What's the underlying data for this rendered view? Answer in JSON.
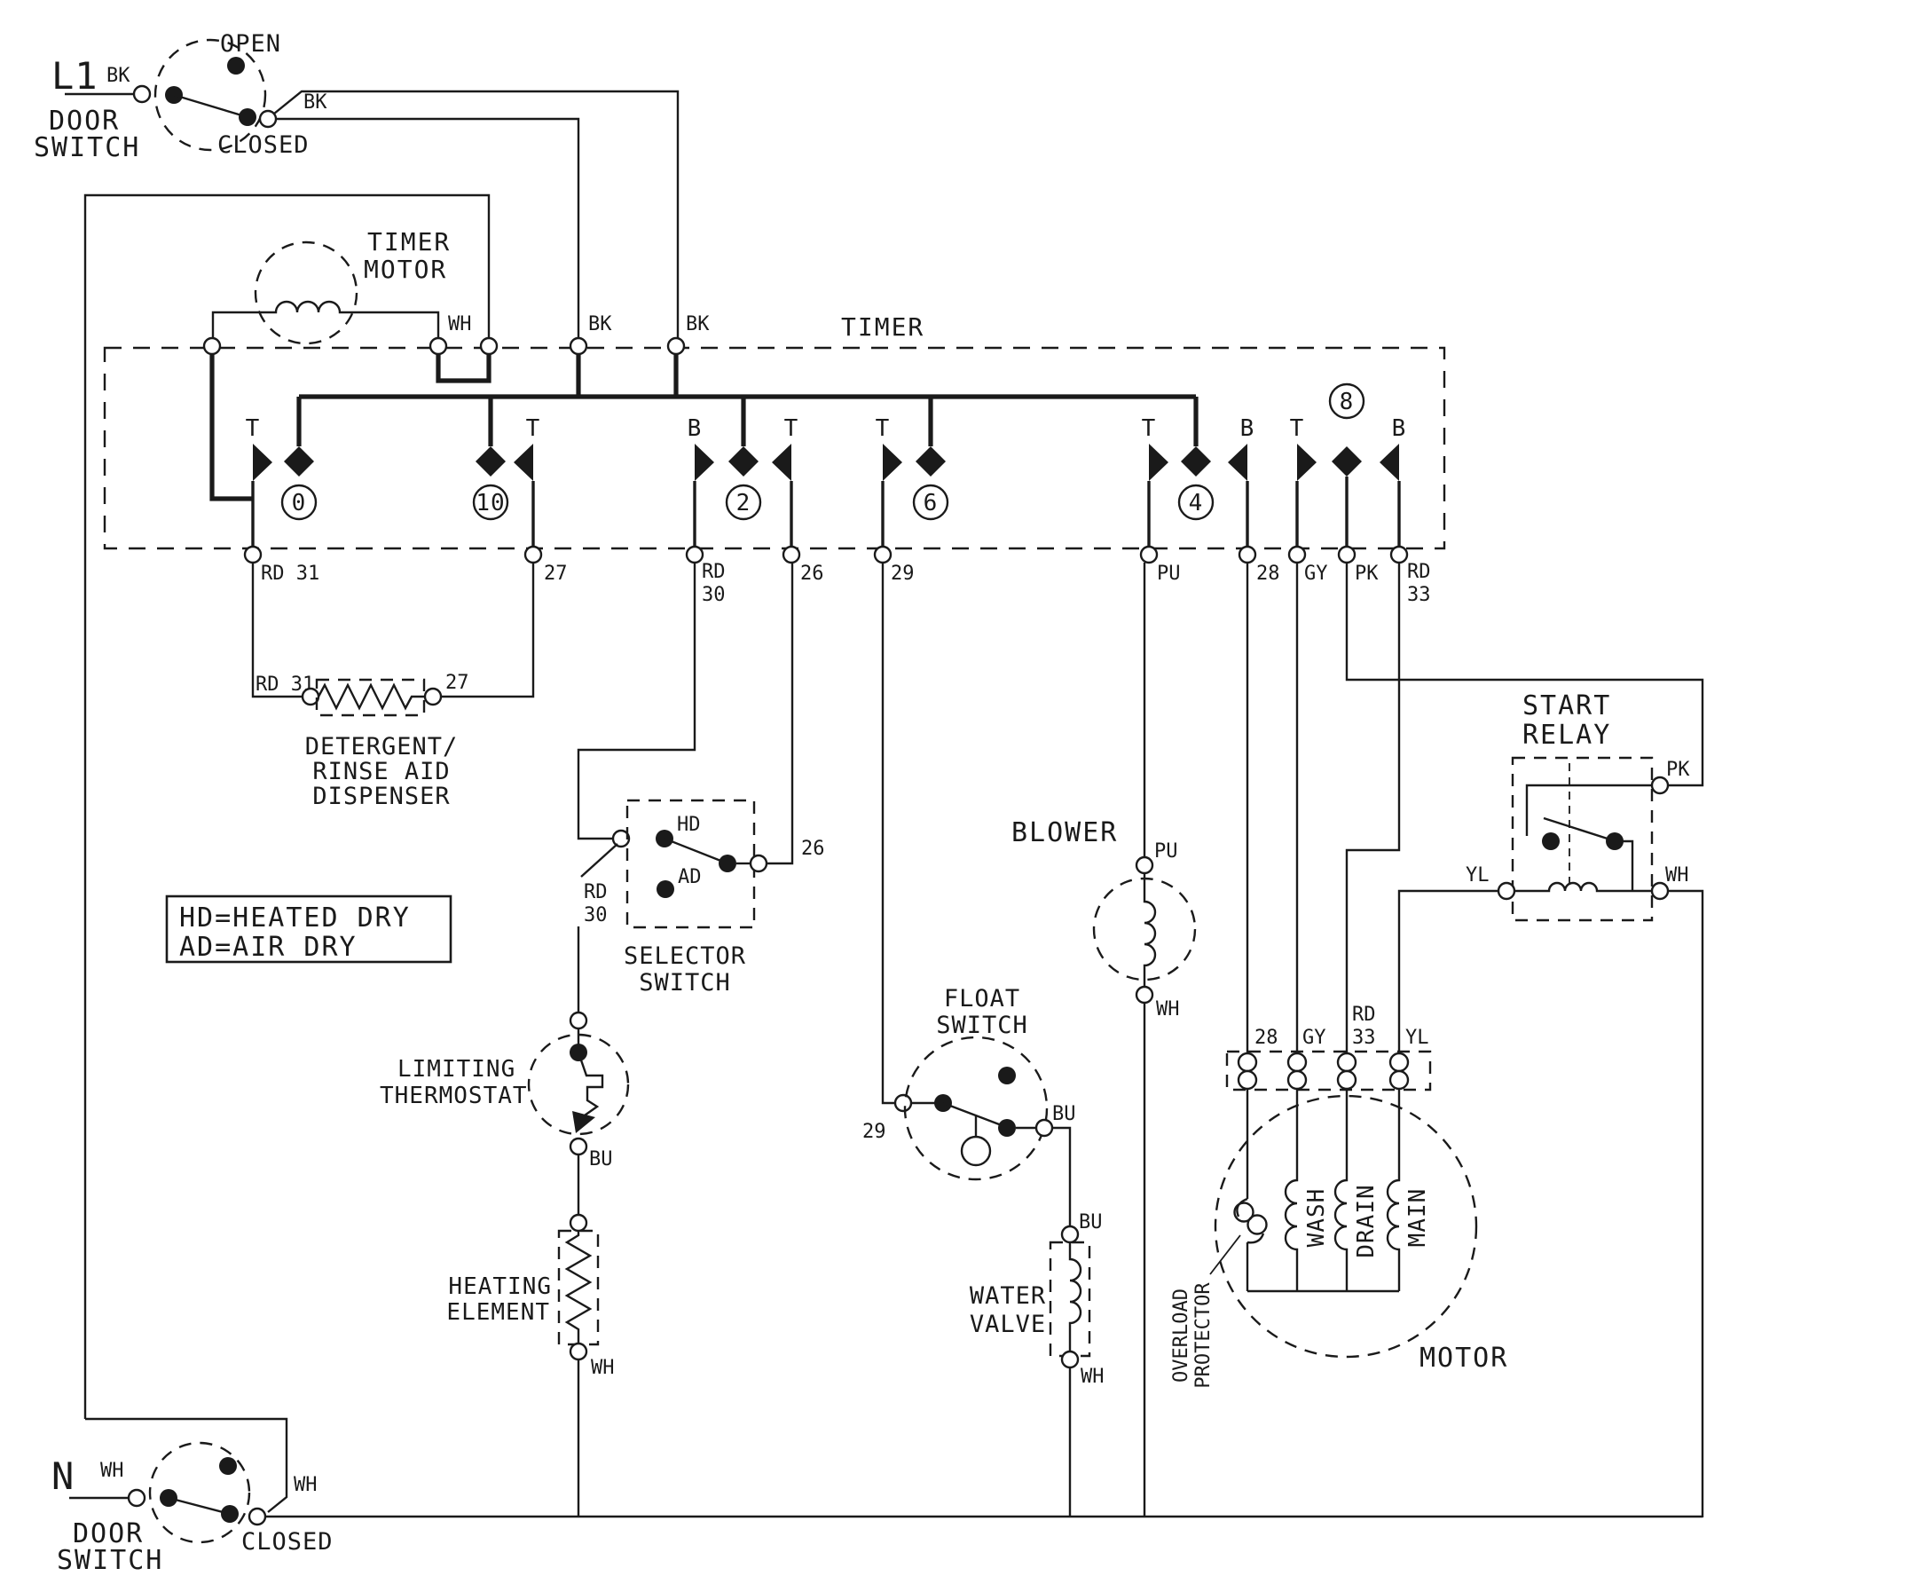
{
  "colors": {
    "ink": "#1a1a1a",
    "paper": "#ffffff"
  },
  "source": {
    "line": "L1",
    "neutral": "N"
  },
  "door_switch_top": {
    "label1": "DOOR",
    "label2": "SWITCH",
    "open": "OPEN",
    "closed": "CLOSED",
    "wire_in": "BK",
    "wire_out": "BK"
  },
  "timer_motor": {
    "label1": "TIMER",
    "label2": "MOTOR",
    "wire": "WH"
  },
  "timer": {
    "label": "TIMER",
    "feed1": "BK",
    "feed2": "BK",
    "cams": [
      {
        "id": "0",
        "left": "T",
        "left_wire": "RD 31"
      },
      {
        "id": "10",
        "right": "T",
        "right_wire": "27"
      },
      {
        "id": "2",
        "left": "B",
        "left_wire1": "RD",
        "left_wire2": "30",
        "right": "T",
        "right_wire": "26"
      },
      {
        "id": "6",
        "left": "T",
        "left_wire": "29"
      },
      {
        "id": "4",
        "left": "T",
        "left_wire": "PU",
        "right": "B",
        "right_wire": "28"
      },
      {
        "id": "8",
        "left": "T",
        "left_wire": "GY",
        "center_wire": "PK",
        "right": "B",
        "right_wire1": "RD",
        "right_wire2": "33"
      }
    ]
  },
  "dispenser": {
    "left_terminal": "RD 31",
    "right_terminal": "27",
    "label1": "DETERGENT/",
    "label2": "RINSE AID",
    "label3": "DISPENSER"
  },
  "legend": {
    "line1": "HD=HEATED DRY",
    "line2": "AD=AIR DRY"
  },
  "selector": {
    "feed1": "RD",
    "feed2": "30",
    "hd": "HD",
    "ad": "AD",
    "out": "26",
    "label1": "SELECTOR",
    "label2": "SWITCH"
  },
  "thermostat": {
    "label1": "LIMITING",
    "label2": "THERMOSTAT",
    "out": "BU"
  },
  "heater": {
    "label1": "HEATING",
    "label2": "ELEMENT",
    "out": "WH"
  },
  "float_switch": {
    "in": "29",
    "label1": "FLOAT",
    "label2": "SWITCH",
    "out": "BU"
  },
  "water_valve": {
    "in": "BU",
    "label1": "WATER",
    "label2": "VALVE",
    "out": "WH"
  },
  "blower": {
    "label": "BLOWER",
    "in": "PU",
    "out": "WH"
  },
  "motor": {
    "label": "MOTOR",
    "plug": [
      {
        "l1": "28"
      },
      {
        "l1": "GY"
      },
      {
        "l1": "RD",
        "l2": "33"
      },
      {
        "l1": "YL"
      }
    ],
    "windings": [
      {
        "name": "WASH"
      },
      {
        "name": "DRAIN"
      },
      {
        "name": "MAIN"
      }
    ],
    "overload1": "OVERLOAD",
    "overload2": "PROTECTOR"
  },
  "relay": {
    "label1": "START",
    "label2": "RELAY",
    "pk": "PK",
    "yl": "YL",
    "wh": "WH"
  },
  "door_switch_bottom": {
    "label1": "DOOR",
    "label2": "SWITCH",
    "closed": "CLOSED",
    "wire_in": "WH",
    "wire_out": "WH"
  }
}
